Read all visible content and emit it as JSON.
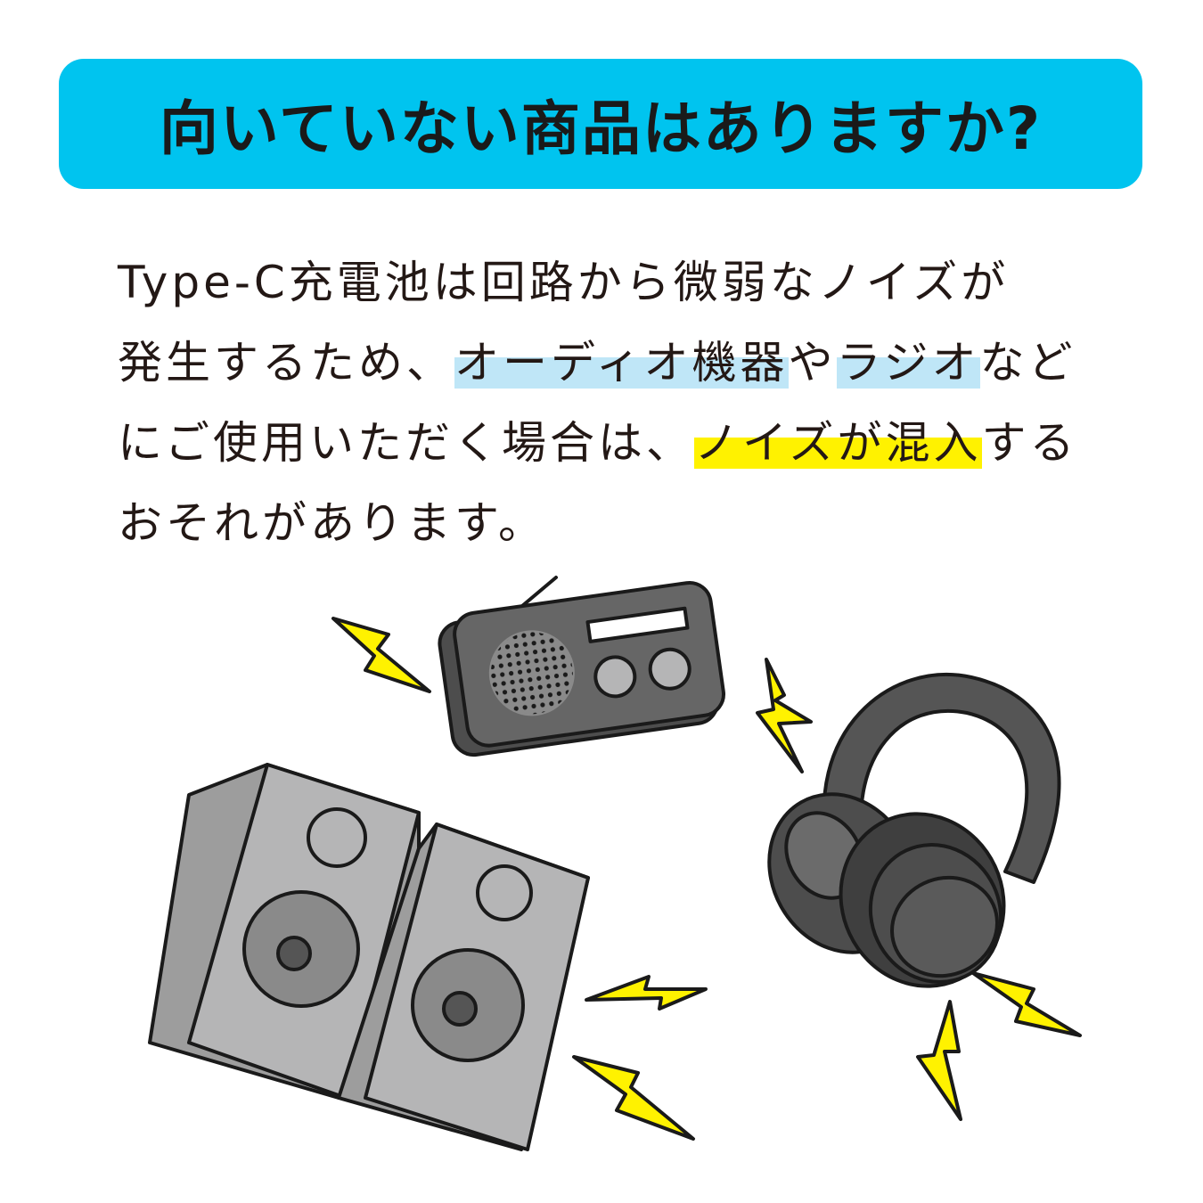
{
  "banner": {
    "title": "向いていない商品はありますか?"
  },
  "body": {
    "line1": "Type-C充電池は回路から微弱なノイズが",
    "line2_pre": "発生するため、",
    "line2_hl1": "オーディオ機器",
    "line2_mid": "や",
    "line2_hl2": "ラジオ",
    "line2_post": "など",
    "line3_pre": "にご使用いただく場合は、",
    "line3_hl": "ノイズが混入",
    "line3_post": "する",
    "line4": "おそれがあります。"
  },
  "colors": {
    "banner": "#00c4ef",
    "highlight_blue": "#bfe6f7",
    "highlight_yellow": "#fff200",
    "spark": "#fff200",
    "device_dark": "#555555",
    "device_light": "#b5b5b6"
  },
  "illustration": {
    "items": [
      "radio-icon",
      "headphones-icon",
      "speakers-icon",
      "noise-spark-icon"
    ]
  }
}
